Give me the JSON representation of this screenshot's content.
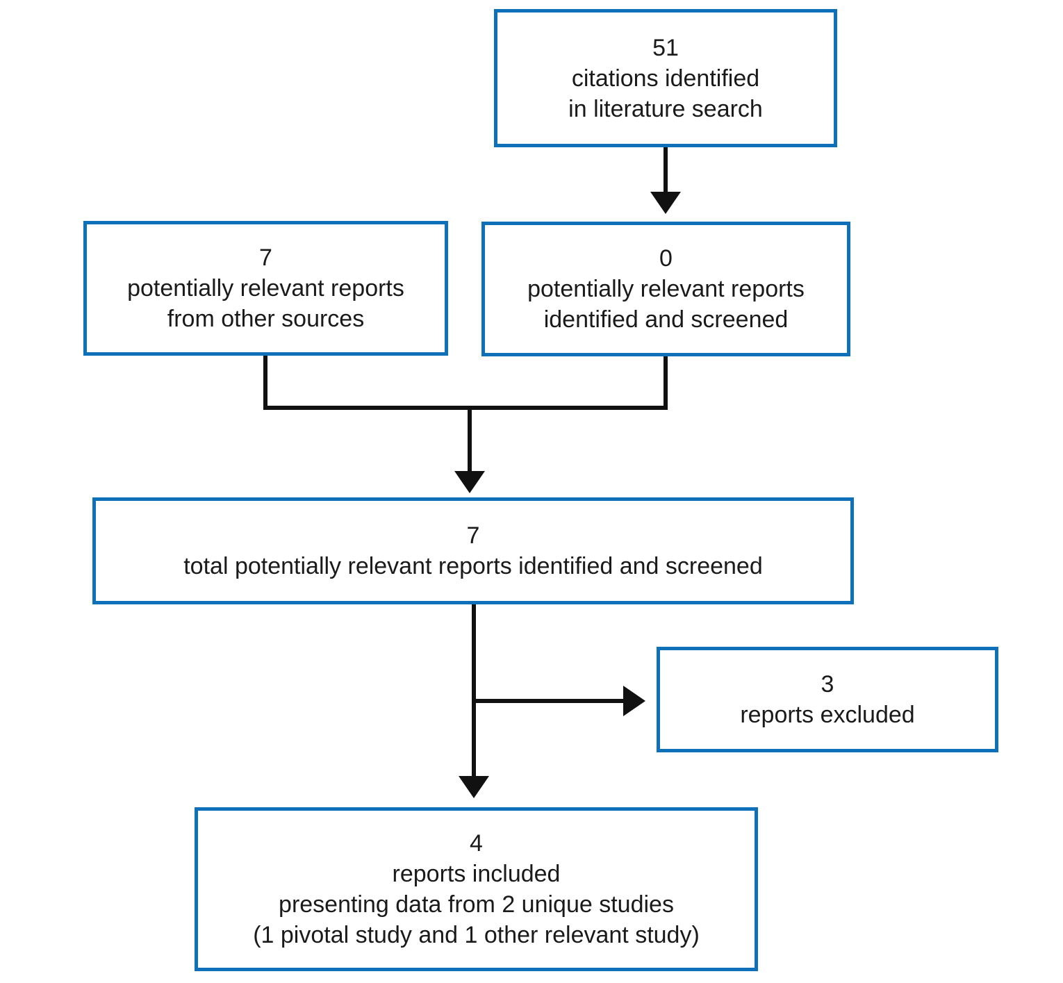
{
  "diagram": {
    "type": "flowchart",
    "description": "Literature search / study selection flow diagram",
    "colors": {
      "box_border": "#0e70b8",
      "connector_line": "#111111",
      "text": "#1a1a1a",
      "background": "#ffffff"
    },
    "boxes": [
      {
        "id": "citations-identified",
        "count": "51",
        "lines": [
          "citations identified",
          "in literature search"
        ]
      },
      {
        "id": "reports-other-sources",
        "count": "7",
        "lines": [
          "potentially relevant reports",
          "from other sources"
        ]
      },
      {
        "id": "reports-identified-screened",
        "count": "0",
        "lines": [
          "potentially relevant reports",
          "identified and screened"
        ]
      },
      {
        "id": "total-reports-screened",
        "count": "7",
        "lines": [
          "total potentially relevant reports identified and screened"
        ]
      },
      {
        "id": "reports-excluded",
        "count": "3",
        "lines": [
          "reports excluded"
        ]
      },
      {
        "id": "reports-included",
        "count": "4",
        "lines": [
          "reports included",
          "presenting data from 2 unique studies",
          "(1 pivotal study and 1 other relevant study)"
        ]
      }
    ]
  }
}
